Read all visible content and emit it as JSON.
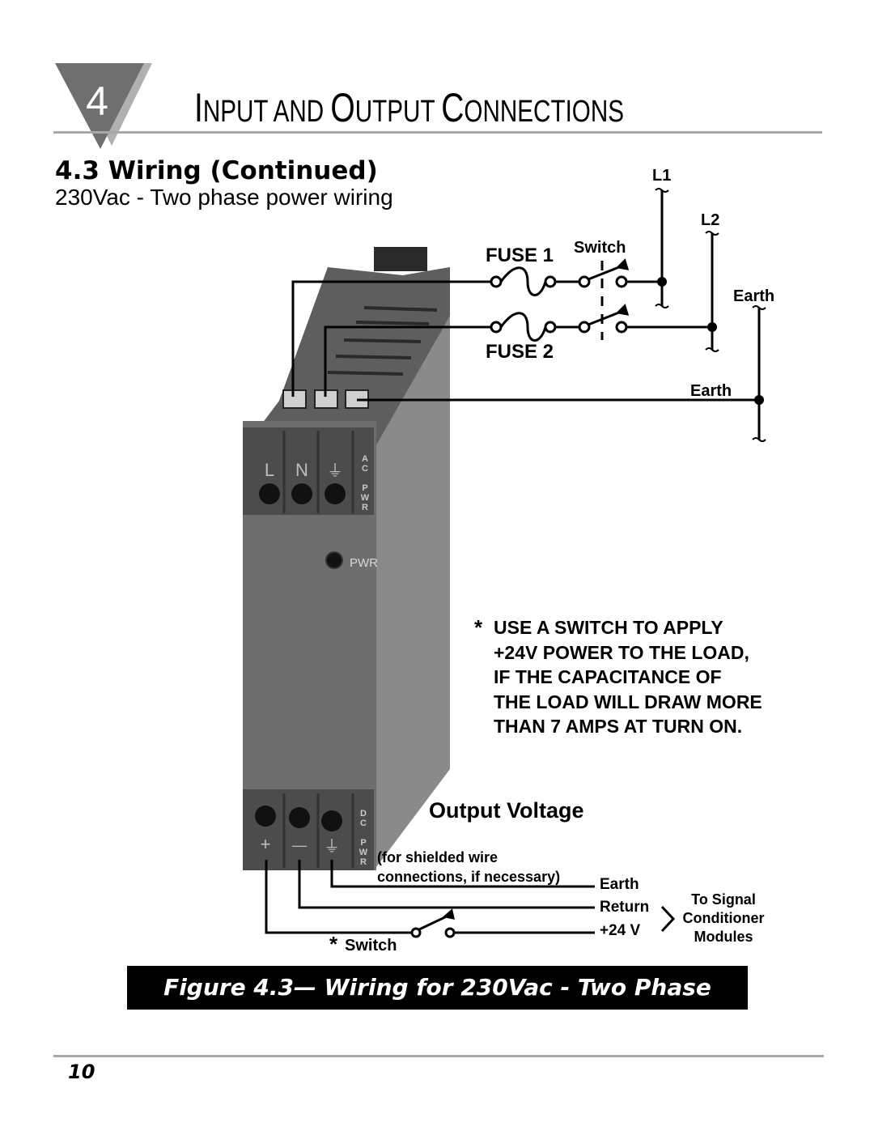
{
  "chapter": {
    "number": "4",
    "title_parts": [
      {
        "text": "I",
        "size": "big"
      },
      {
        "text": "NPUT AND ",
        "size": "small"
      },
      {
        "text": "O",
        "size": "big"
      },
      {
        "text": "UTPUT ",
        "size": "small"
      },
      {
        "text": "C",
        "size": "big"
      },
      {
        "text": "ONNECTIONS",
        "size": "small"
      }
    ]
  },
  "section": {
    "heading": "4.3 Wiring (Continued)",
    "subheading": "230Vac - Two phase power wiring"
  },
  "diagram": {
    "labels": {
      "l1": "L1",
      "l2": "L2",
      "earth_top": "Earth",
      "earth_mid": "Earth",
      "fuse1": "FUSE 1",
      "fuse2": "FUSE 2",
      "switch_top": "Switch",
      "output_voltage": "Output Voltage",
      "shield_note_1": "(for shielded wire",
      "shield_note_2": "connections, if necessary)",
      "earth_out": "Earth",
      "return": "Return",
      "plus24": "+24 V",
      "to_signal_1": "To Signal",
      "to_signal_2": "Conditioner",
      "to_signal_3": "Modules",
      "switch_bottom": "Switch",
      "switch_bottom_star": "*"
    },
    "module": {
      "ac_terminals": [
        "L",
        "N",
        "⏚"
      ],
      "ac_side_label": [
        "A",
        "C",
        "",
        "P",
        "W",
        "R"
      ],
      "dc_terminals": [
        "+",
        "—",
        "⏚"
      ],
      "dc_side_label": [
        "D",
        "C",
        "",
        "P",
        "W",
        "R"
      ],
      "led_label": "PWR"
    }
  },
  "note": {
    "star": "*",
    "lines": [
      "USE A SWITCH TO APPLY",
      "+24V POWER TO THE LOAD,",
      "IF THE CAPACITANCE OF",
      "THE LOAD WILL DRAW MORE",
      "THAN 7 AMPS AT TURN ON."
    ]
  },
  "caption": "Figure 4.3— Wiring for 230Vac - Two Phase",
  "page_number": "10"
}
